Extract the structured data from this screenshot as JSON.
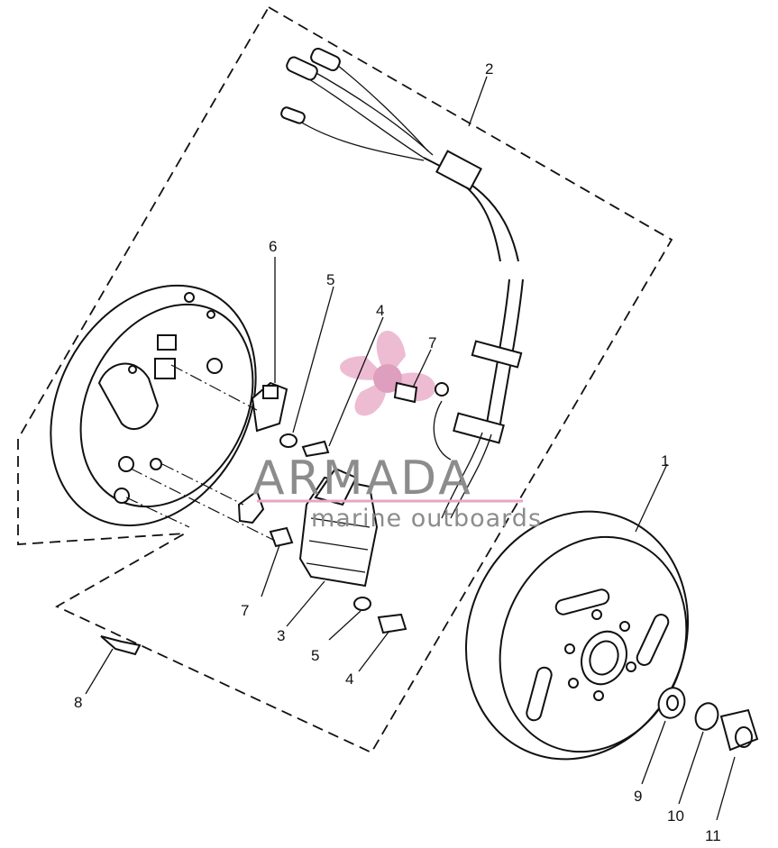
{
  "watermark": {
    "title": "ARMADA",
    "subtitle": "marine outboards",
    "logo_color": "#e7a6c4"
  },
  "callouts": {
    "part_1": "1",
    "part_2": "2",
    "part_3": "3",
    "part_4_top": "4",
    "part_4_bottom": "4",
    "part_5_top": "5",
    "part_5_bottom": "5",
    "part_6": "6",
    "part_7_top": "7",
    "part_7_bottom": "7",
    "part_8": "8",
    "part_9": "9",
    "part_10": "10",
    "part_11": "11"
  }
}
